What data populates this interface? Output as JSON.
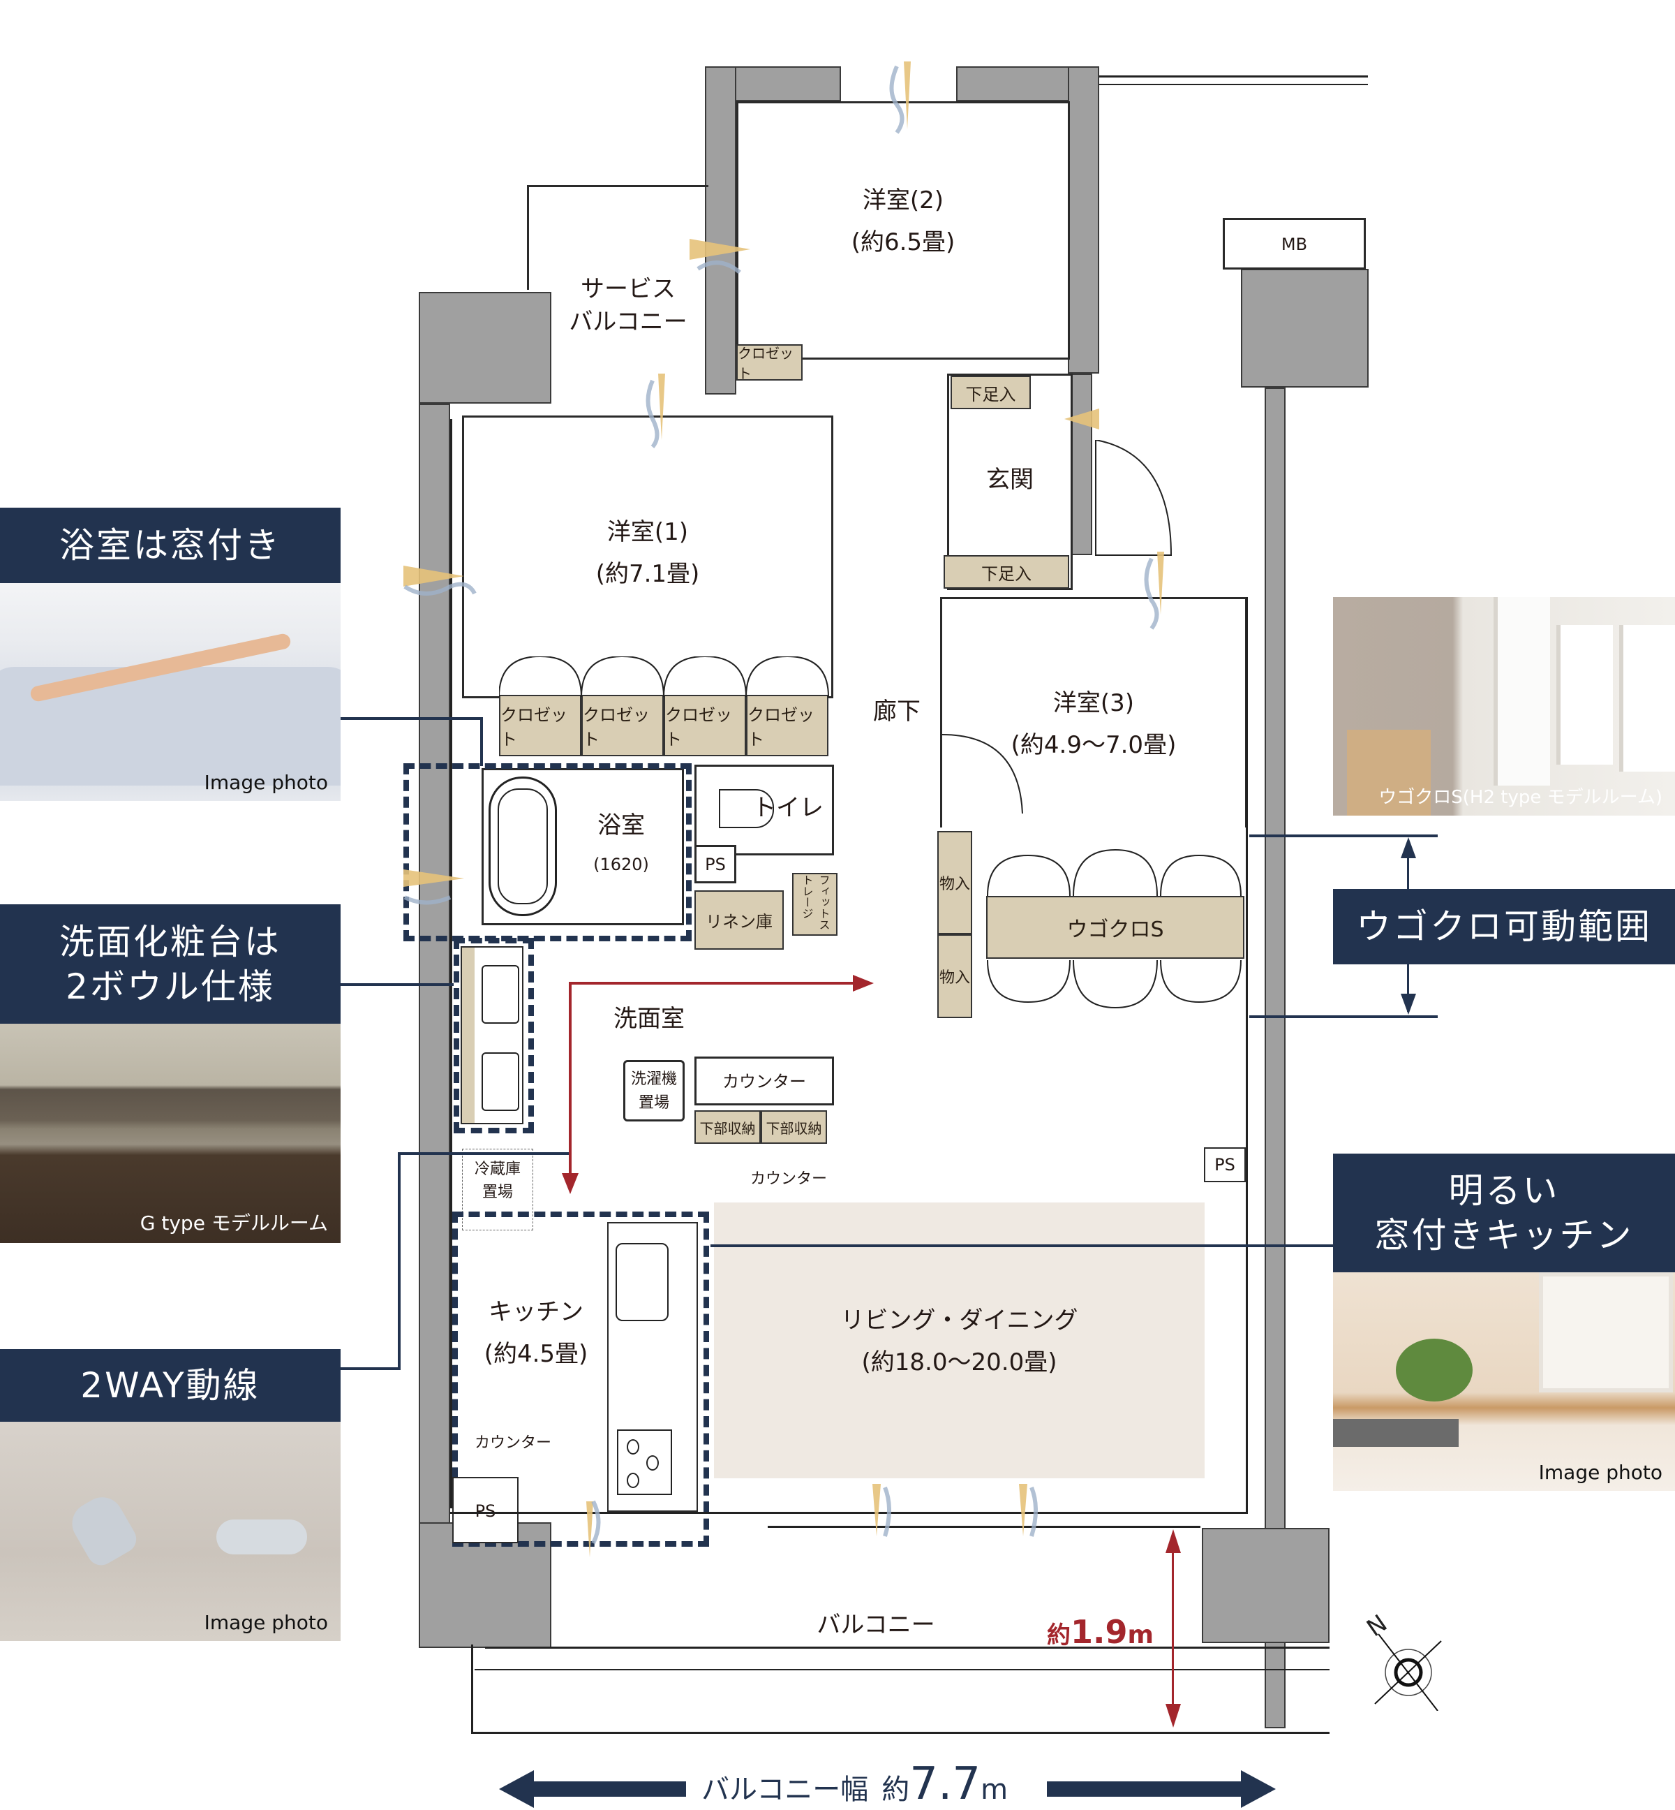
{
  "callouts": {
    "bath_window": {
      "title": "浴室は窓付き",
      "caption": "Image photo"
    },
    "washbasin": {
      "title_line1": "洗面化粧台は",
      "title_line2": "2ボウル仕様",
      "caption": "G type モデルルーム"
    },
    "two_way": {
      "title": "2WAY動線",
      "caption": "Image photo"
    },
    "ugokuro_photo": {
      "caption": "ウゴクロS(H2 type モデルルーム)"
    },
    "ugokuro_range": {
      "title": "ウゴクロ可動範囲"
    },
    "kitchen": {
      "title_line1": "明るい",
      "title_line2": "窓付きキッチン",
      "caption": "Image photo"
    }
  },
  "rooms": {
    "western2": {
      "name": "洋室(2)",
      "size": "(約6.5畳)"
    },
    "service_balcony": {
      "line1": "サービス",
      "line2": "バルコニー"
    },
    "western1": {
      "name": "洋室(1)",
      "size": "(約7.1畳)"
    },
    "entrance": {
      "name": "玄関"
    },
    "corridor": {
      "name": "廊下"
    },
    "western3": {
      "name": "洋室(3)",
      "size": "(約4.9〜7.0畳)"
    },
    "bathroom": {
      "name": "浴室",
      "size": "(1620)"
    },
    "toilet": {
      "name": "トイレ"
    },
    "washroom": {
      "name": "洗面室"
    },
    "kitchen": {
      "name": "キッチン",
      "size": "(約4.5畳)"
    },
    "living": {
      "name": "リビング・ダイニング",
      "size": "(約18.0〜20.0畳)"
    },
    "balcony": {
      "name": "バルコニー"
    }
  },
  "fixtures": {
    "closet_small": "クロゼット",
    "closets": [
      "クロゼット",
      "クロゼット",
      "クロゼット",
      "クロゼット"
    ],
    "shoe_top": "下足入",
    "shoe_bottom": "下足入",
    "mb": "MB",
    "ps_toilet": "PS",
    "ps_living": "PS",
    "ps_kitchen": "PS",
    "linen": "リネン庫",
    "fit_storage": "フィットストレージ",
    "storage1": "物入",
    "storage2": "物入",
    "ugokuro": "ウゴクロS",
    "washer_line1": "洗濯機",
    "washer_line2": "置場",
    "counter_wash": "カウンター",
    "lower_storage": [
      "下部収納",
      "下部収納"
    ],
    "counter_below": "カウンター",
    "fridge_line1": "冷蔵庫",
    "fridge_line2": "置場",
    "counter_kitchen": "カウンター"
  },
  "dimensions": {
    "balcony_depth_prefix": "約",
    "balcony_depth_value": "1.9",
    "balcony_depth_unit": "m",
    "balcony_width_label": "バルコニー幅",
    "balcony_width_prefix": "約",
    "balcony_width_value": "7.7",
    "balcony_width_unit": "m"
  },
  "compass": {
    "north_label": "N"
  },
  "colors": {
    "navy": "#22334f",
    "wall_gray": "#a0a0a0",
    "storage_tan": "#d9ceb4",
    "living_beige": "#efe9e2",
    "accent_red": "#a3262c",
    "light_gold": "#e6c27a",
    "wind_blue": "#9fb2c9"
  }
}
